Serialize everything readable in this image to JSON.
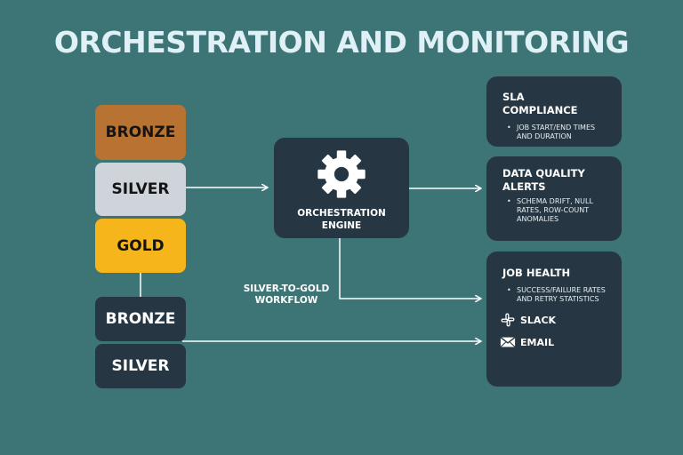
{
  "title": "ORCHESTRATION AND MONITORING",
  "tiers_top": [
    {
      "label": "BRONZE",
      "color": "#b87333"
    },
    {
      "label": "SILVER",
      "color": "#cfd4db"
    },
    {
      "label": "GOLD",
      "color": "#f7b51c"
    }
  ],
  "tiers_bottom": [
    {
      "label": "BRONZE",
      "color": "#263743"
    },
    {
      "label": "SILVER",
      "color": "#263743"
    }
  ],
  "engine": {
    "icon": "gear-icon",
    "label": "ORCHESTRATION ENGINE"
  },
  "flow_label": "SILVER-TO-GOLD WORKFLOW",
  "cards": {
    "sla": {
      "title": "SLA COMPLIANCE",
      "bullets": [
        "JOB START/END TIMES AND DURATION"
      ]
    },
    "data_quality": {
      "title": "DATA QUALITY ALERTS",
      "bullets": [
        "SCHEMA DRIFT, NULL RATES, ROW-COUNT ANOMALIES"
      ]
    },
    "job_health": {
      "title": "JOB HEALTH",
      "bullets": [
        "SUCCESS/FAILURE RATES AND RETRY STATISTICS"
      ],
      "channels": [
        {
          "label": "SLACK",
          "icon": "slack-icon"
        },
        {
          "label": "EMAIL",
          "icon": "email-icon"
        }
      ]
    }
  },
  "colors": {
    "background": "#3d7577",
    "panel": "#263743",
    "title": "#dff1f7"
  }
}
